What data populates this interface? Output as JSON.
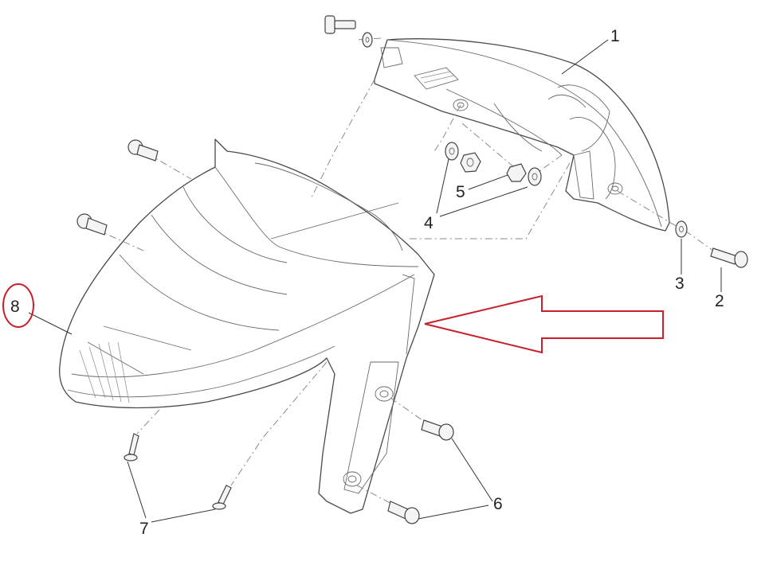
{
  "callouts": {
    "c1": "1",
    "c2": "2",
    "c3": "3",
    "c4": "4",
    "c5": "5",
    "c6": "6",
    "c7": "7",
    "c8": "8"
  },
  "highlight": {
    "color": "#c8202a",
    "target": "8"
  }
}
